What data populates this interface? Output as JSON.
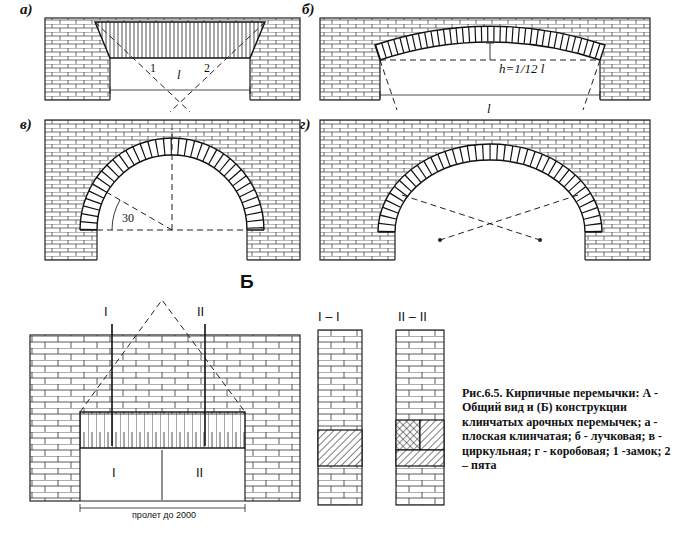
{
  "diagram": {
    "caption": "Рис.6.5. Кирпичные перемычки: А - Общий вид и (Б) конструкции клинчатых арочных перемычек; а - плоская клинчатая; б - лучковая; в - циркульная; г - коробовая; 1 -замок; 2 – пята",
    "labels": [
      "а)",
      "1",
      "l",
      "2",
      "б)",
      "h=1/12 l",
      "l",
      "в)",
      "30",
      "г)",
      "Б",
      "I",
      "II",
      "I",
      "II",
      "пролет до 2000",
      "I – I",
      "II – II"
    ]
  }
}
